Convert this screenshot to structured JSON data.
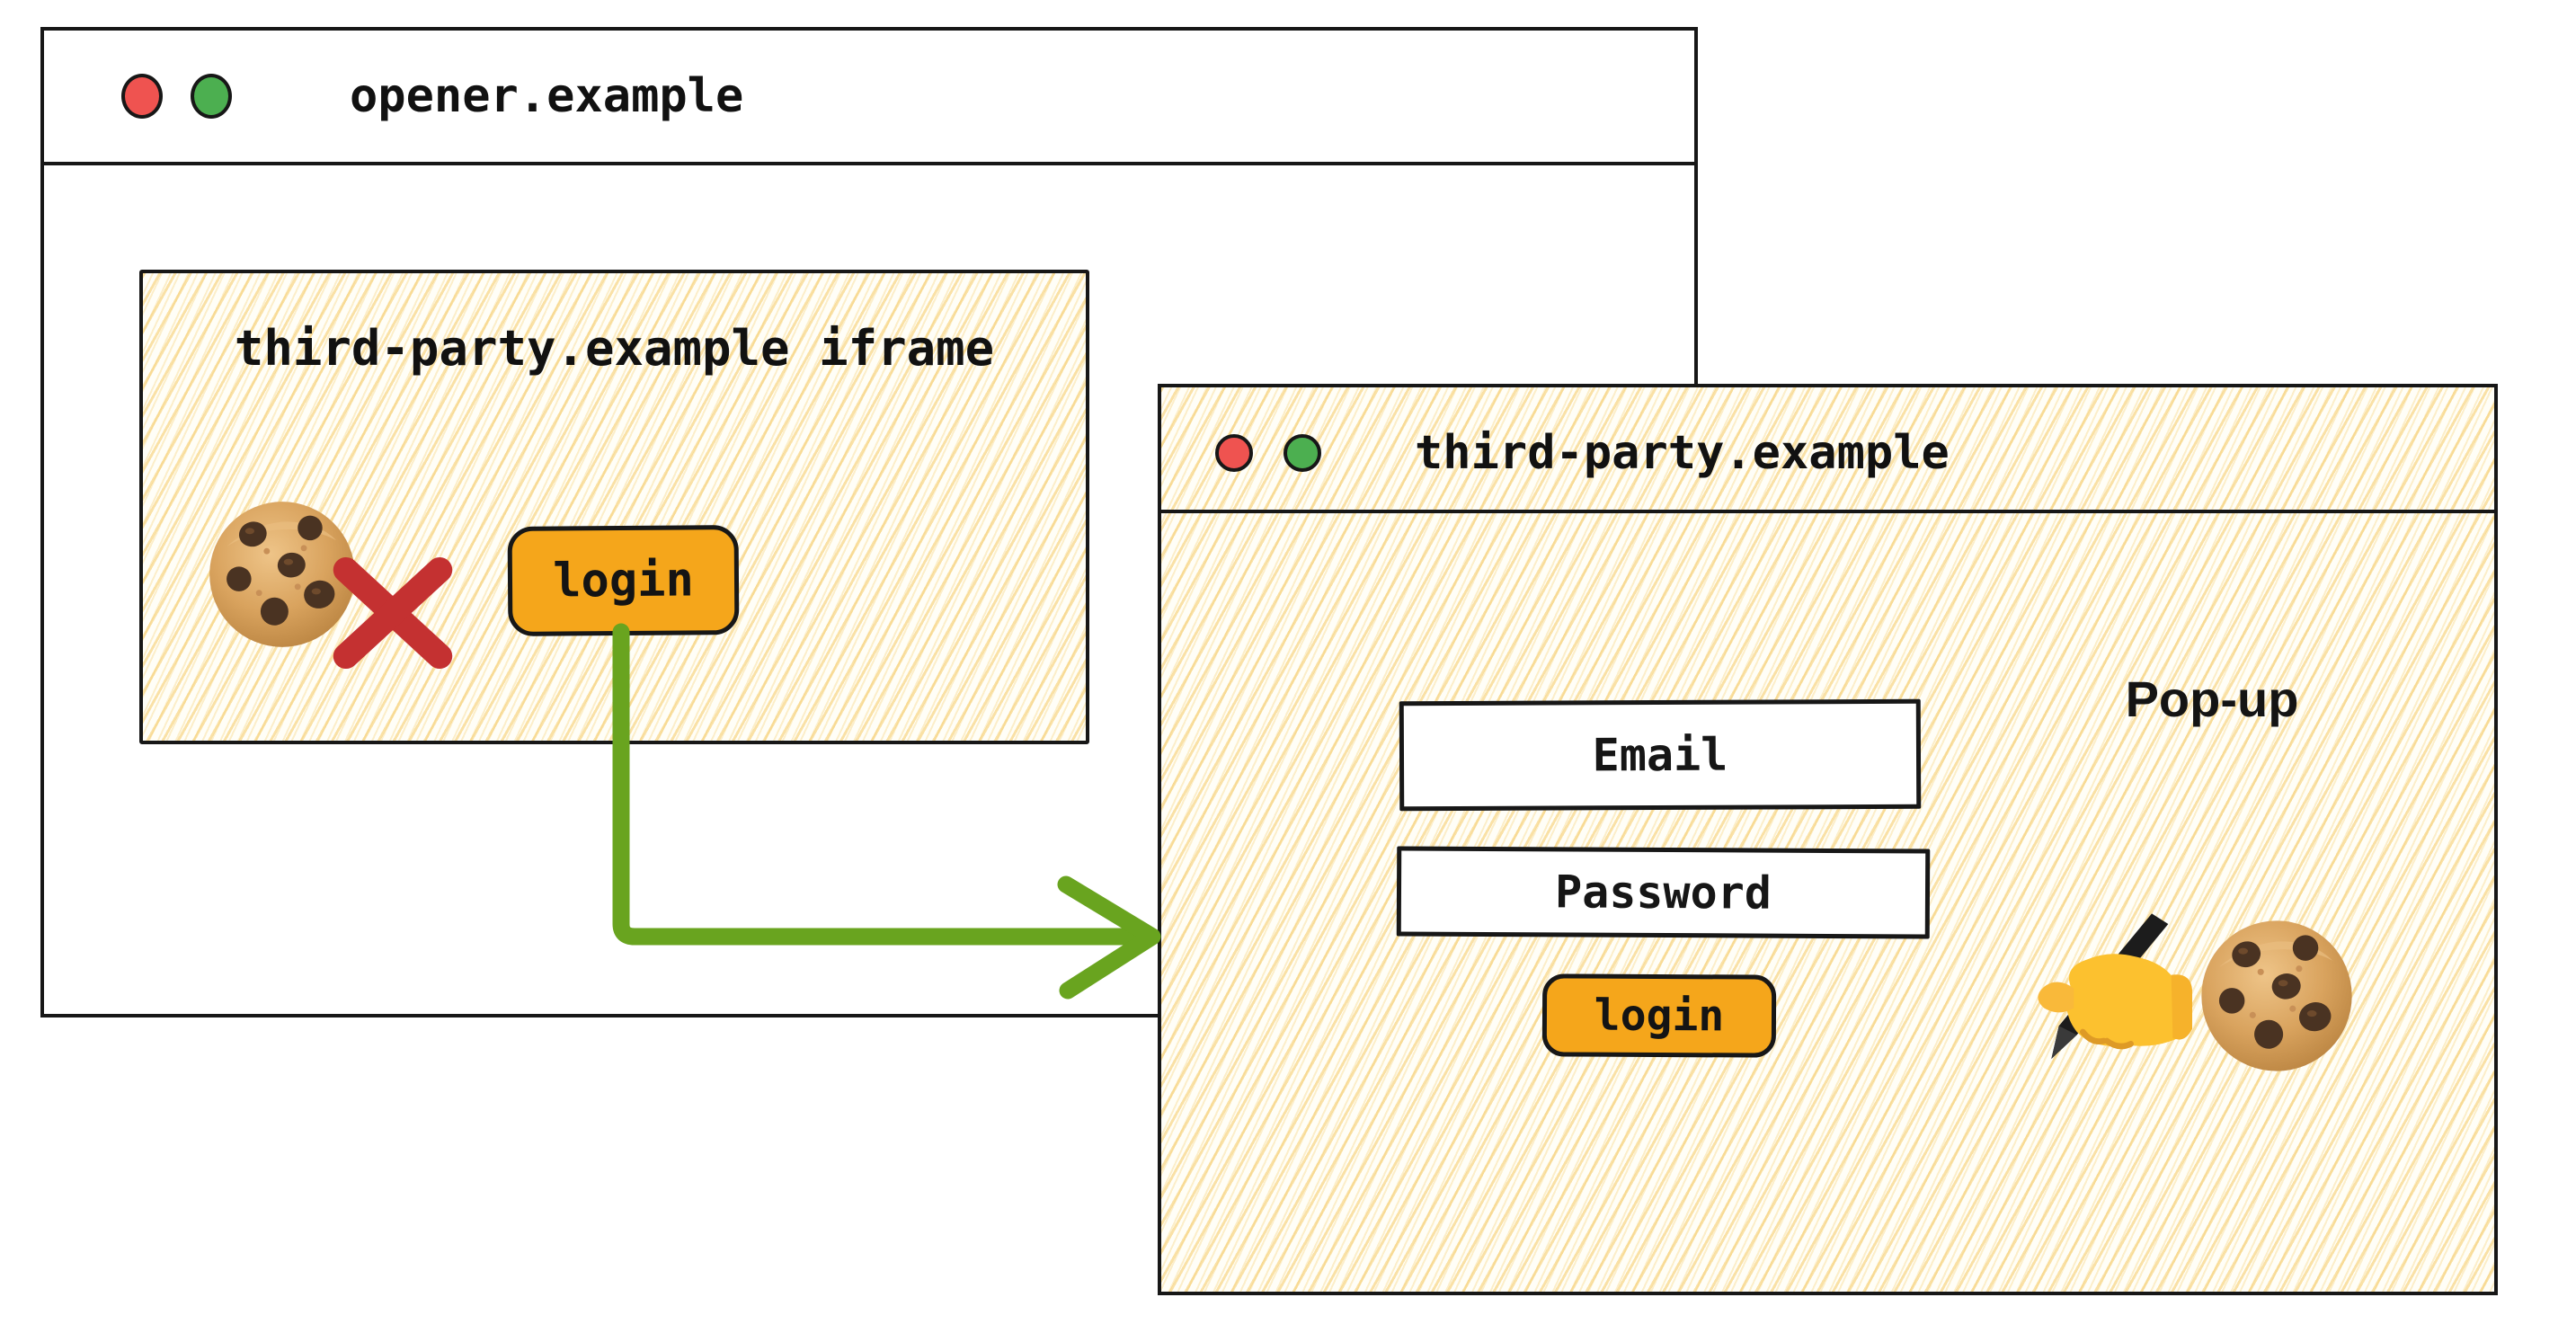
{
  "opener_window": {
    "title": "opener.example",
    "traffic_lights": [
      "red",
      "green"
    ],
    "iframe": {
      "label": "third-party.example iframe",
      "login_button_label": "login",
      "blocked_cookie_icon": "cookie-with-red-cross"
    }
  },
  "popup_window": {
    "title": "third-party.example",
    "annotation": "Pop-up",
    "traffic_lights": [
      "red",
      "green"
    ],
    "form": {
      "email_label": "Email",
      "password_label": "Password",
      "login_button_label": "login"
    },
    "icons": [
      "writing-hand",
      "cookie"
    ]
  },
  "colors": {
    "button_orange": "#F5A61B",
    "arrow_green": "#69A41F",
    "cross_red": "#C43131",
    "traffic_red": "#EF5350",
    "traffic_green": "#4CAF50",
    "hatch_gold": "#F6CF74",
    "border_black": "#171717"
  }
}
